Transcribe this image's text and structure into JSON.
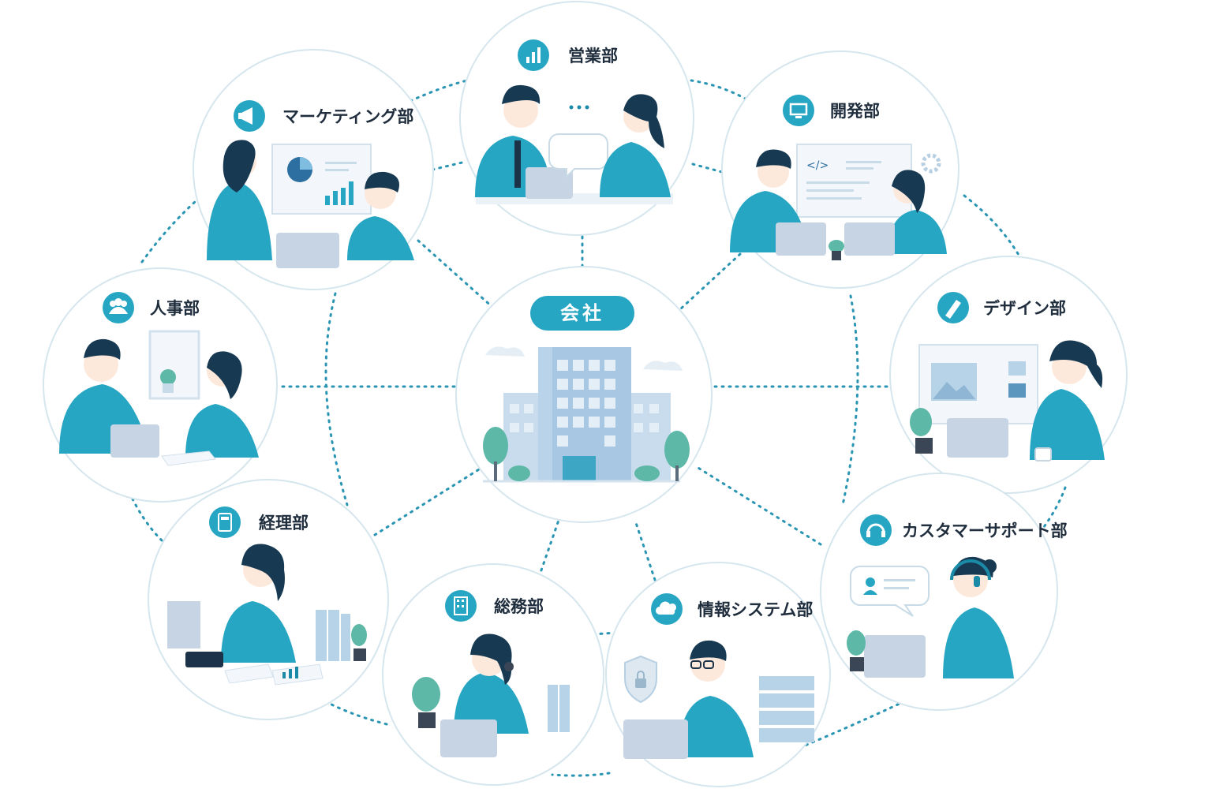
{
  "hub": {
    "label": "会社"
  },
  "departments": [
    {
      "id": "sales",
      "label": "営業部",
      "icon": "bar-chart-icon"
    },
    {
      "id": "marketing",
      "label": "マーケティング部",
      "icon": "megaphone-icon"
    },
    {
      "id": "development",
      "label": "開発部",
      "icon": "monitor-icon"
    },
    {
      "id": "hr",
      "label": "人事部",
      "icon": "people-group-icon"
    },
    {
      "id": "design",
      "label": "デザイン部",
      "icon": "pen-nib-icon"
    },
    {
      "id": "accounting",
      "label": "経理部",
      "icon": "calculator-icon"
    },
    {
      "id": "support",
      "label": "カスタマーサポート部",
      "icon": "headset-icon"
    },
    {
      "id": "general-affairs",
      "label": "総務部",
      "icon": "building-icon"
    },
    {
      "id": "it-systems",
      "label": "情報システム部",
      "icon": "cloud-icon"
    }
  ],
  "colors": {
    "accent": "#27a6c3",
    "connector": "#2a95b3",
    "ring": "#d6e6ee",
    "text": "#1f2d3d"
  }
}
